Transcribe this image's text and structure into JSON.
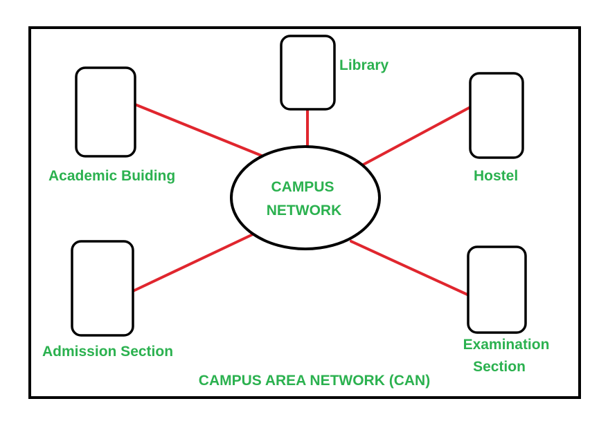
{
  "colors": {
    "label": "#2bb14f",
    "link": "#e0262e",
    "outline": "#000000",
    "background": "#ffffff"
  },
  "hub": {
    "line1": "CAMPUS",
    "line2": "NETWORK"
  },
  "nodes": {
    "library": {
      "label": "Library"
    },
    "academic": {
      "label": "Academic Buiding"
    },
    "hostel": {
      "label": "Hostel"
    },
    "admission": {
      "label": "Admission Section"
    },
    "examination": {
      "line1": "Examination",
      "line2": "Section"
    }
  },
  "caption": "CAMPUS AREA NETWORK (CAN)"
}
